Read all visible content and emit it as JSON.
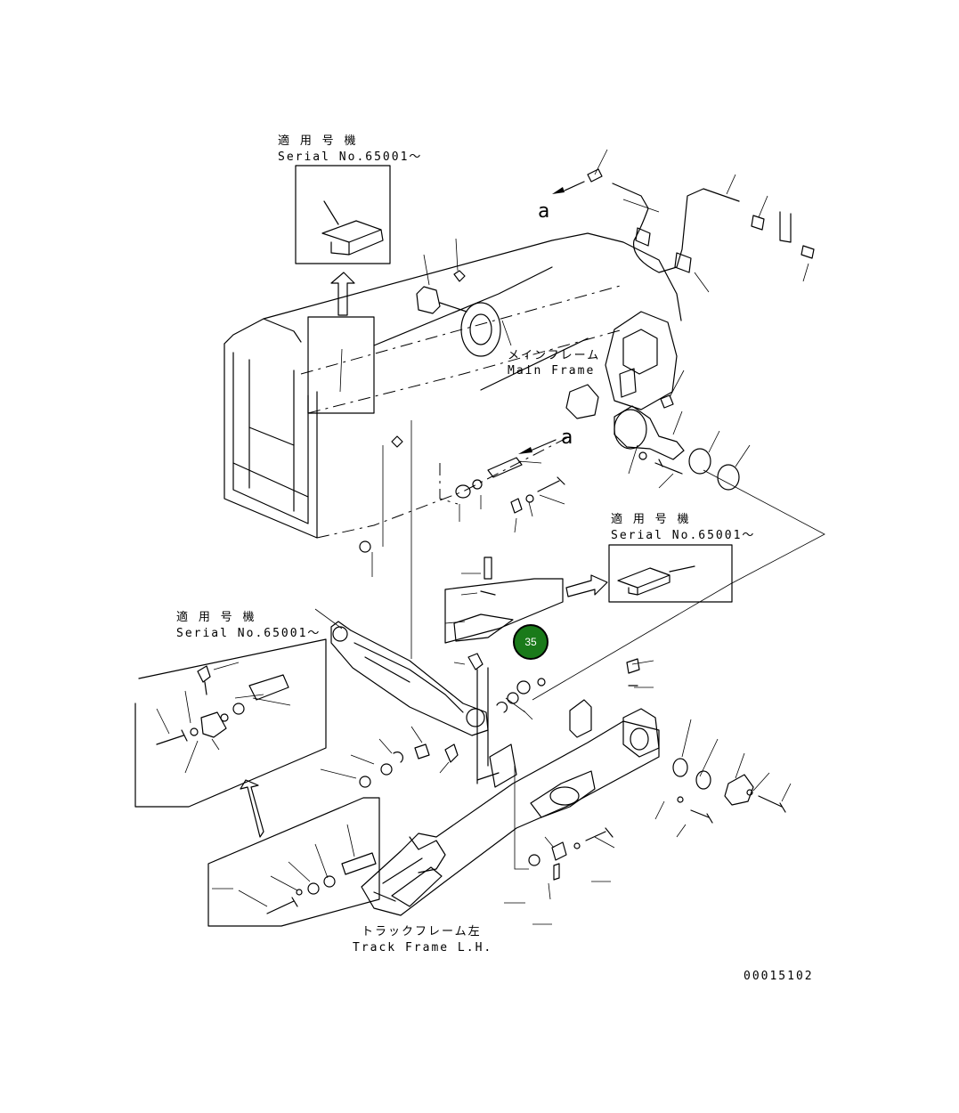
{
  "labels": {
    "serial_top_jp": "適 用 号 機",
    "serial_top_en": "Serial No.65001～",
    "serial_right_jp": "適 用 号 機",
    "serial_right_en": "Serial No.65001～",
    "serial_left_jp": "適 用 号 機",
    "serial_left_en": "Serial No.65001～",
    "main_frame_jp": "メインフレーム",
    "main_frame_en": "Main Frame",
    "track_frame_jp": "トラックフレーム左",
    "track_frame_en": "Track Frame L.H.",
    "ref_a_top": "a",
    "ref_a_mid": "a",
    "drawing_number": "00015102"
  },
  "callout": {
    "number": "35",
    "color": "#1a7a1a",
    "border_color": "#000000"
  }
}
